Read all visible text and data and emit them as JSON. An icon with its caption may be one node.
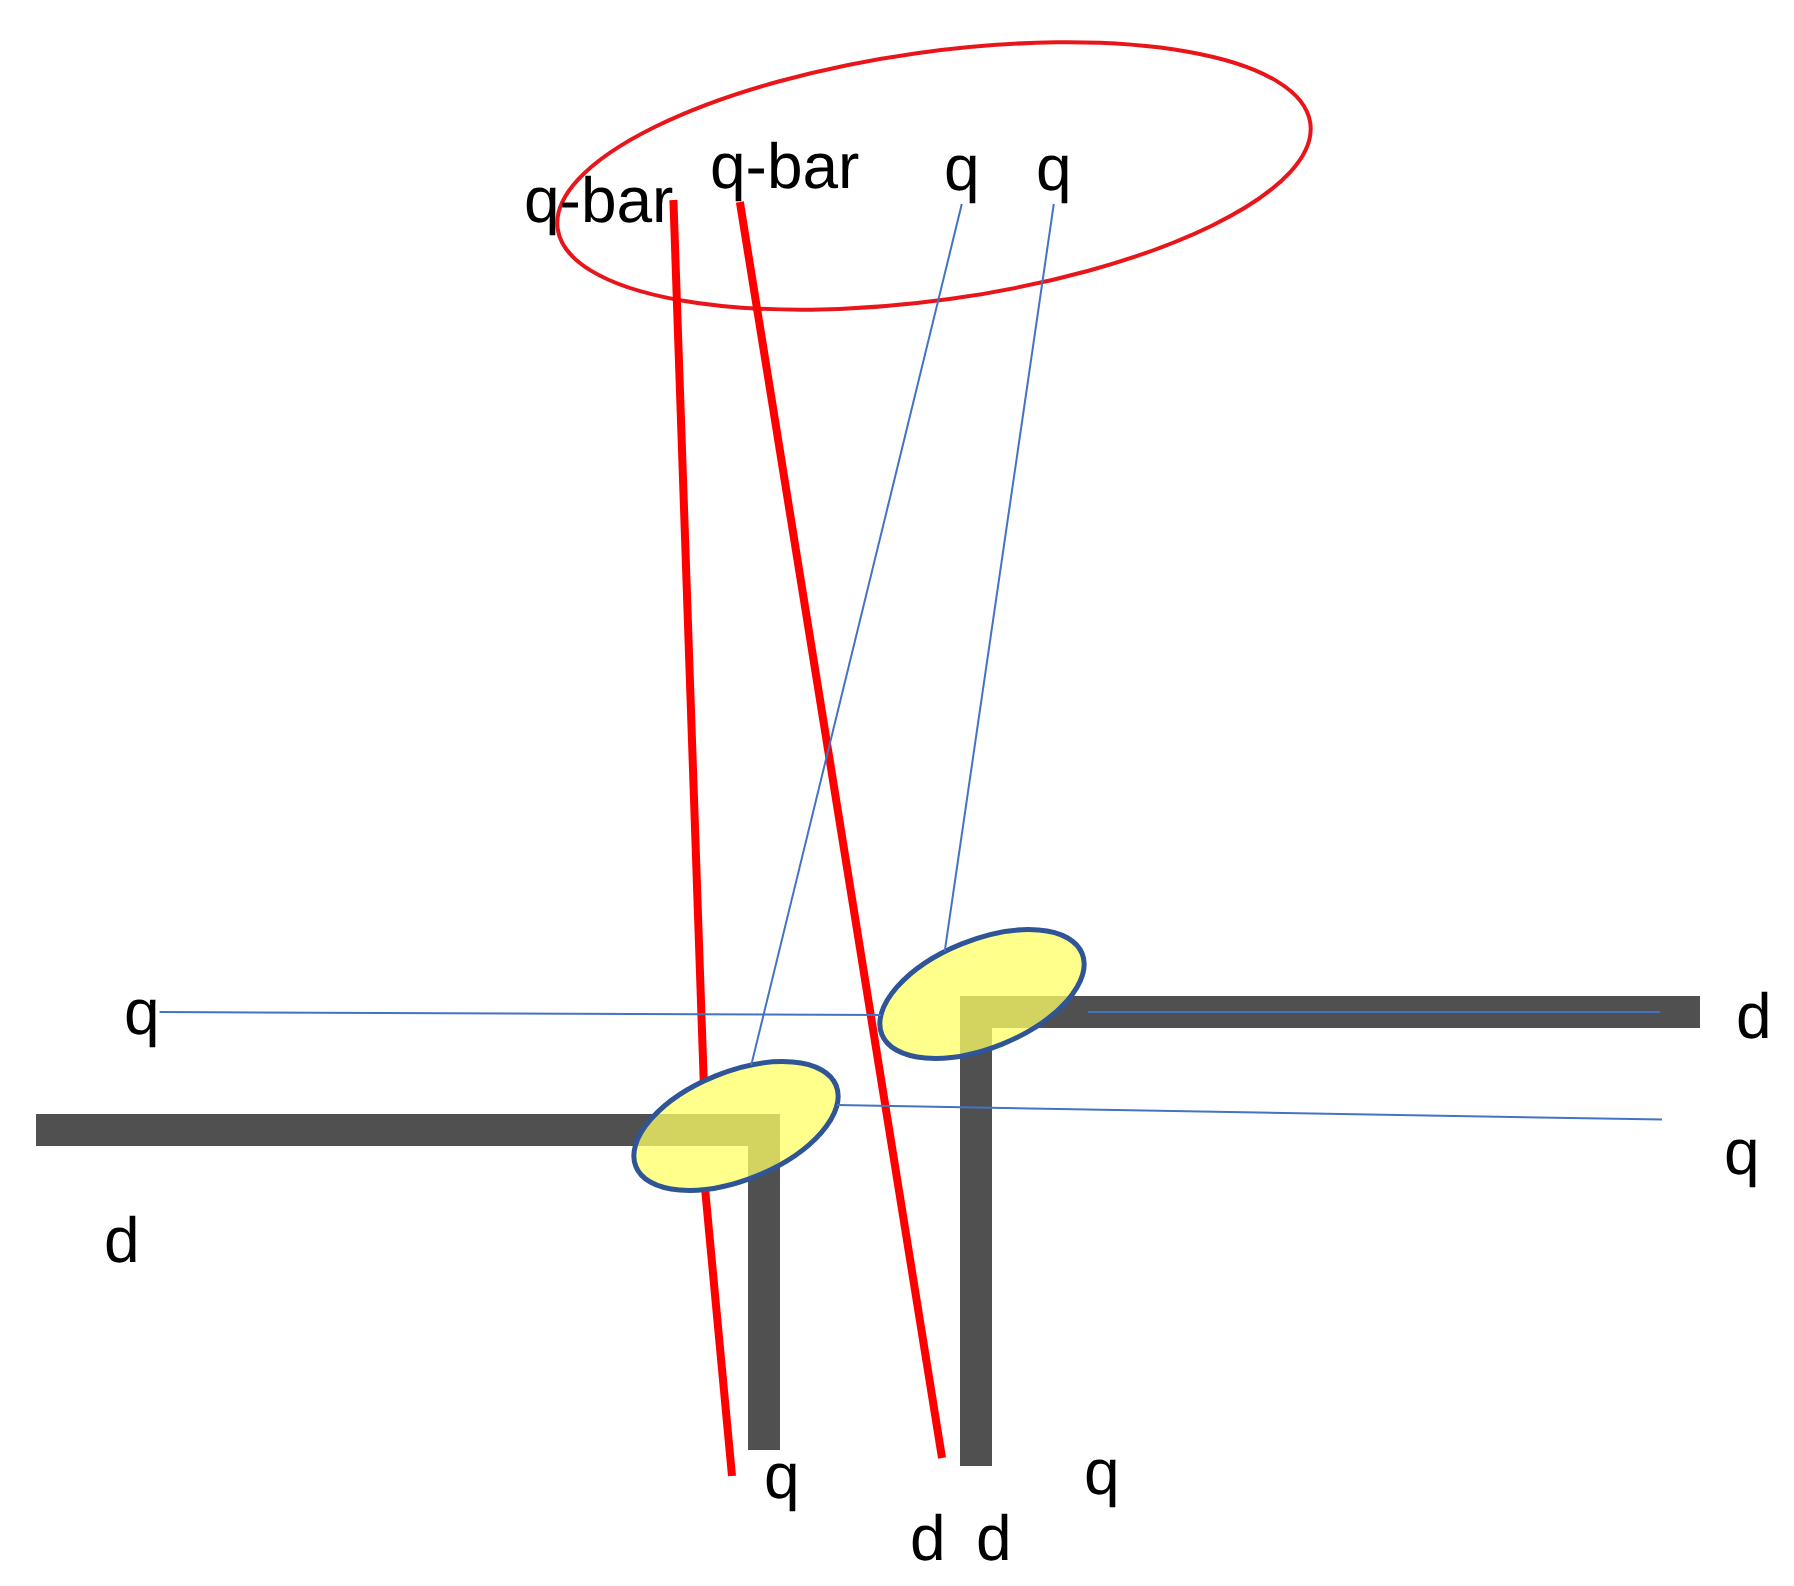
{
  "diagram": {
    "nodes": [
      {
        "text": [
          "q-bar"
        ]
      },
      {
        "text": [
          "q-bar"
        ]
      },
      {
        "text": [
          "q"
        ]
      },
      {
        "text": [
          "q"
        ]
      },
      {
        "text": [
          "q"
        ]
      },
      {
        "text": [
          "q"
        ]
      },
      {
        "text": [],
        "shape": "ellipse"
      },
      {
        "text": [],
        "shape": "ellipse"
      },
      {
        "text": [
          "q"
        ]
      },
      {
        "text": [
          "d"
        ]
      }
    ],
    "edges": [
      {
        "from": 0,
        "to": 6,
        "arrow": "none",
        "style": "thick",
        "color": "#ff0000"
      },
      {
        "from": 6,
        "to": 8,
        "arrow": "none",
        "style": "thick",
        "color": "#ff0000"
      },
      {
        "from": 1,
        "to": 9,
        "arrow": "none",
        "style": "thick",
        "color": "#ff0000"
      },
      {
        "from": 2,
        "to": 6,
        "arrow": "none"
      },
      {
        "from": 3,
        "to": 7,
        "arrow": "none"
      },
      {
        "from": 4,
        "to": 7,
        "arrow": "none"
      },
      {
        "from": 6,
        "to": 5,
        "arrow": "none"
      }
    ],
    "labels": [
      "d",
      "d",
      "q",
      "d"
    ]
  }
}
